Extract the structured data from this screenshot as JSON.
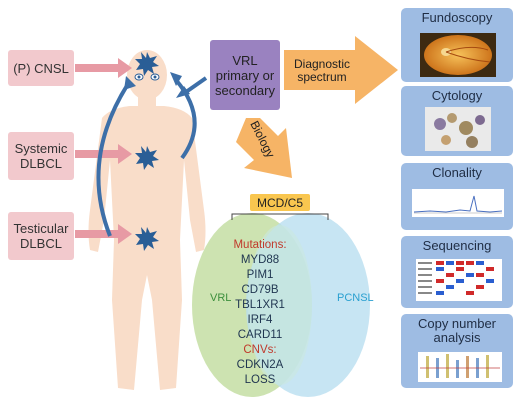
{
  "left_labels": [
    "(P) CNSL",
    "Systemic\nDLBCL",
    "Testicular\nDLBCL"
  ],
  "vrl_box": "VRL\nprimary or\nsecondary",
  "diagnostic_arrow": "Diagnostic\nspectrum",
  "biology_arrow": "Biology",
  "mcd_label": "MCD/C5",
  "venn": {
    "left_label": "VRL",
    "right_label": "PCNSL",
    "mutations_header": "Mutations:",
    "mutations": [
      "MYD88",
      "PIM1",
      "CD79B",
      "TBL1XR1",
      "IRF4",
      "CARD11"
    ],
    "cnv_header": "CNVs:",
    "cnvs": [
      "CDKN2A",
      "LOSS"
    ]
  },
  "panels": [
    "Fundoscopy",
    "Cytology",
    "Clonality",
    "Sequencing",
    "Copy number\nanalysis"
  ],
  "colors": {
    "pink_box": "#f2c9cd",
    "pink_arrow": "#e79aa4",
    "vrl_box": "#9a82c0",
    "orange_arrow": "#f6b466",
    "blue_arrow": "#3d6fa8",
    "tumor": "#2a5e96",
    "body": "#f9ddc9",
    "mcd": "#f9c64f",
    "venn_left": "#c8e0a8",
    "venn_right": "#b9dff0",
    "panel": "#9ebce3",
    "red_text": "#c0392b",
    "vrl_text": "#3c8f3c",
    "pcnsl_text": "#2aa0d0"
  }
}
